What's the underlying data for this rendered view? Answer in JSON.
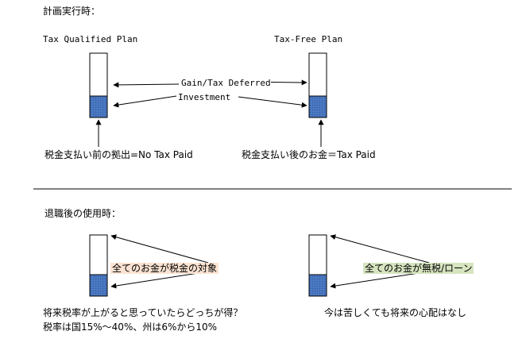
{
  "section1": {
    "heading": "計画実行時：",
    "left_title": "Tax Qualified Plan",
    "right_title": "Tax-Free Plan",
    "arrow_label_top": "Gain/Tax Deferred",
    "arrow_label_bottom": "Investment",
    "left_caption": "税金支払い前の拠出=No Tax Paid",
    "right_caption": "税金支払い後のお金＝Tax Paid"
  },
  "section2": {
    "heading": "退職後の使用時：",
    "left_label": "全てのお金が税金の対象",
    "right_label": "全てのお金が無税/ローン",
    "left_caption_line1": "将来税率が上がると思っていたらどっちが得？",
    "left_caption_line2": "税率は国15%～40%、州は6%から10%",
    "right_caption": "今は苦しくても将来の心配はなし"
  },
  "colors": {
    "bar_fill": "#4a78c2",
    "bar_pattern": "#2f5598",
    "highlight_orange": "#fbe3d3",
    "highlight_green": "#d6e4bf"
  }
}
